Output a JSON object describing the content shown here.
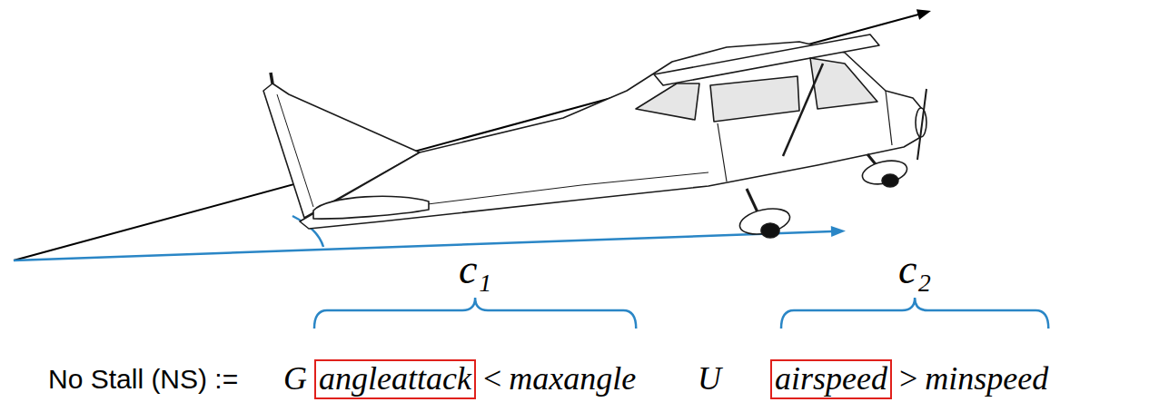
{
  "diagram": {
    "nodes": [
      {
        "text": [
          "angleattack"
        ]
      },
      {
        "text": [
          "airspeed"
        ]
      }
    ],
    "labels": [
      "c₁",
      "c₂",
      "No Stall (NS) :=",
      "G",
      "<",
      "maxangle",
      "U",
      ">",
      "minspeed"
    ]
  }
}
